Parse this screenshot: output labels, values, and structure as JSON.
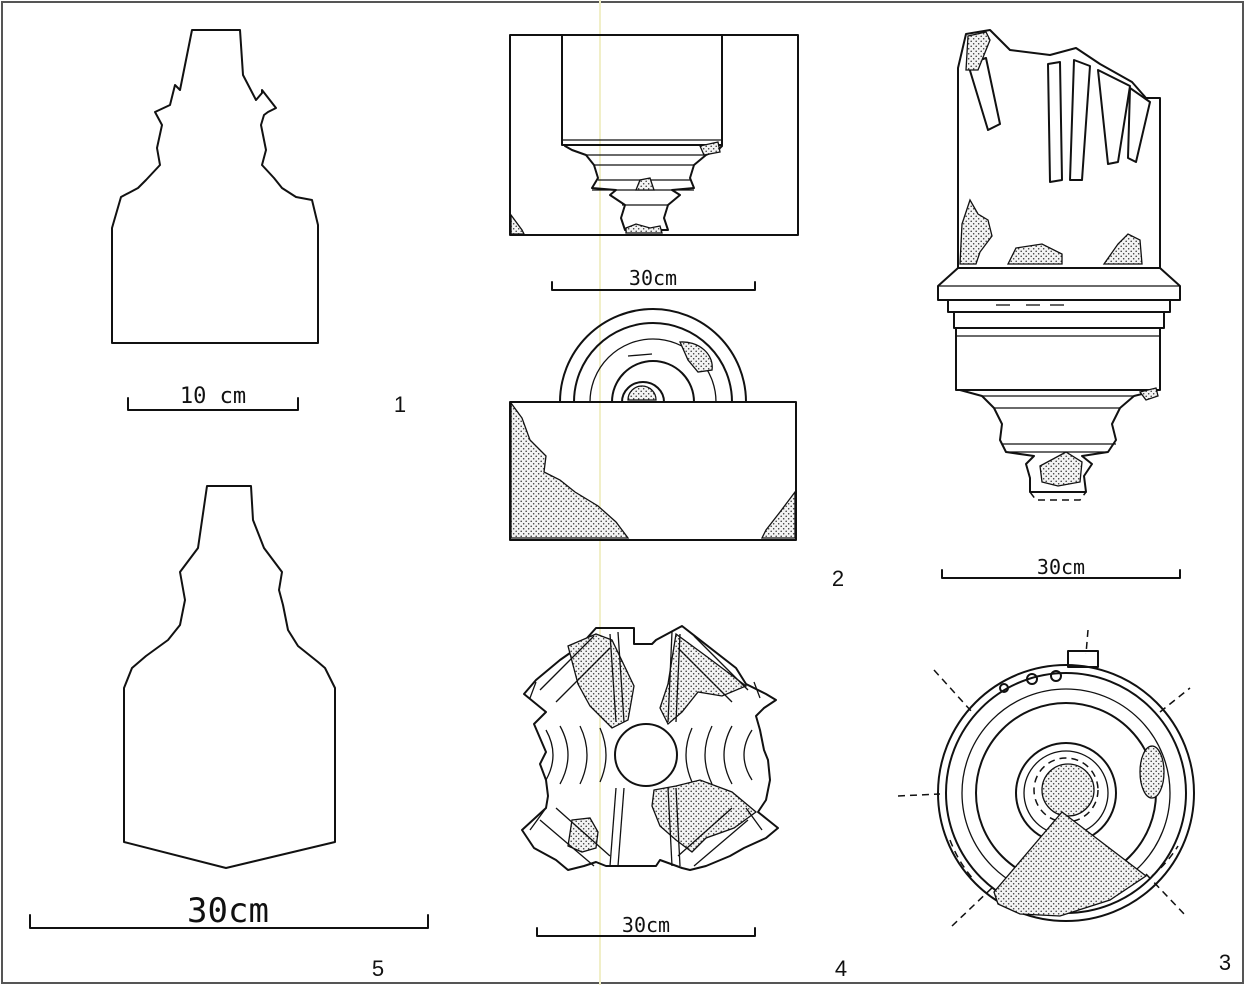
{
  "figures": [
    {
      "id": "fig1",
      "number": "1",
      "scale_label": "10 cm"
    },
    {
      "id": "fig2",
      "number": "2",
      "scale_label": "30cm"
    },
    {
      "id": "fig3",
      "number": "3",
      "scale_label": "30cm"
    },
    {
      "id": "fig4",
      "number": "4",
      "scale_label": "30cm"
    },
    {
      "id": "fig5",
      "number": "5",
      "scale_label": "30cm"
    }
  ],
  "colors": {
    "ink": "#111111",
    "paper": "#ffffff",
    "border": "#555555"
  }
}
